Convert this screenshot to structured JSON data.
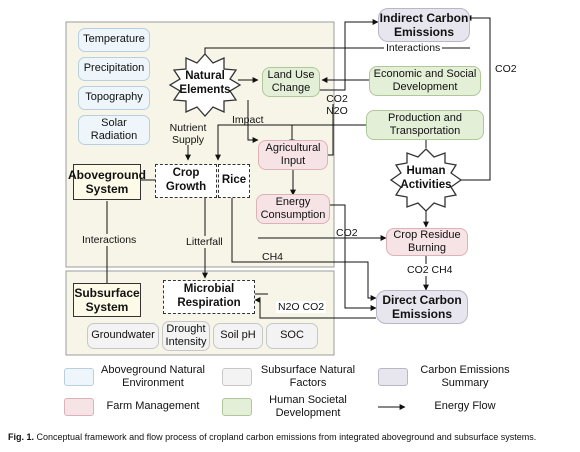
{
  "natural_factors": {
    "temperature": "Temperature",
    "precipitation": "Precipitation",
    "topography": "Topography",
    "solar_radiation": "Solar Radiation"
  },
  "natural_elements": "Natural Elements",
  "human_activities": "Human Activities",
  "aboveground_system": "Aboveground System",
  "subsurface_system": "Subsurface System",
  "crop_growth": "Crop Growth",
  "rice": "Rice",
  "microbial_respiration": "Microbial Respiration",
  "land_use_change": "Land Use Change",
  "agricultural_input": "Agricultural Input",
  "energy_consumption": "Energy Consumption",
  "economic_social_development": "Economic and Social Development",
  "production_transportation": "Production and Transportation",
  "crop_residue_burning": "Crop Residue Burning",
  "indirect_carbon_emissions": "Indirect Carbon Emissions",
  "direct_carbon_emissions": "Direct Carbon Emissions",
  "subsurface_factors": {
    "groundwater": "Groundwater",
    "drought_intensity": "Drought Intensity",
    "soil_ph": "Soil pH",
    "soc": "SOC"
  },
  "labels": {
    "interactions_top": "Interactions",
    "interactions_left": "Interactions",
    "nutrient_supply": "Nutrient Supply",
    "impact": "Impact",
    "co2_n2o": "CO2 N2O",
    "co2_right": "CO2",
    "co2_mid": "CO2",
    "litterfall": "Litterfall",
    "ch4": "CH4",
    "co2_ch4": "CO2 CH4",
    "n2o_co2": "N2O CO2"
  },
  "legend": {
    "aboveground_natural_environment": "Aboveground Natural Environment",
    "subsurface_natural_factors": "Subsurface Natural Factors",
    "carbon_emissions_summary": "Carbon Emissions Summary",
    "farm_management": "Farm Management",
    "human_societal_development": "Human Societal Development",
    "energy_flow": "Energy Flow"
  },
  "caption": {
    "label": "Fig. 1.",
    "text": "Conceptual framework and flow process of cropland carbon emissions from integrated aboveground and subsurface systems."
  },
  "colors": {
    "aboveground_bg": "#f7f5e7",
    "blue": "#eef6fc",
    "grey": "#f3f3f3",
    "purple": "#e7e6ee",
    "pink": "#f6e3e6",
    "green": "#e4efd8"
  }
}
